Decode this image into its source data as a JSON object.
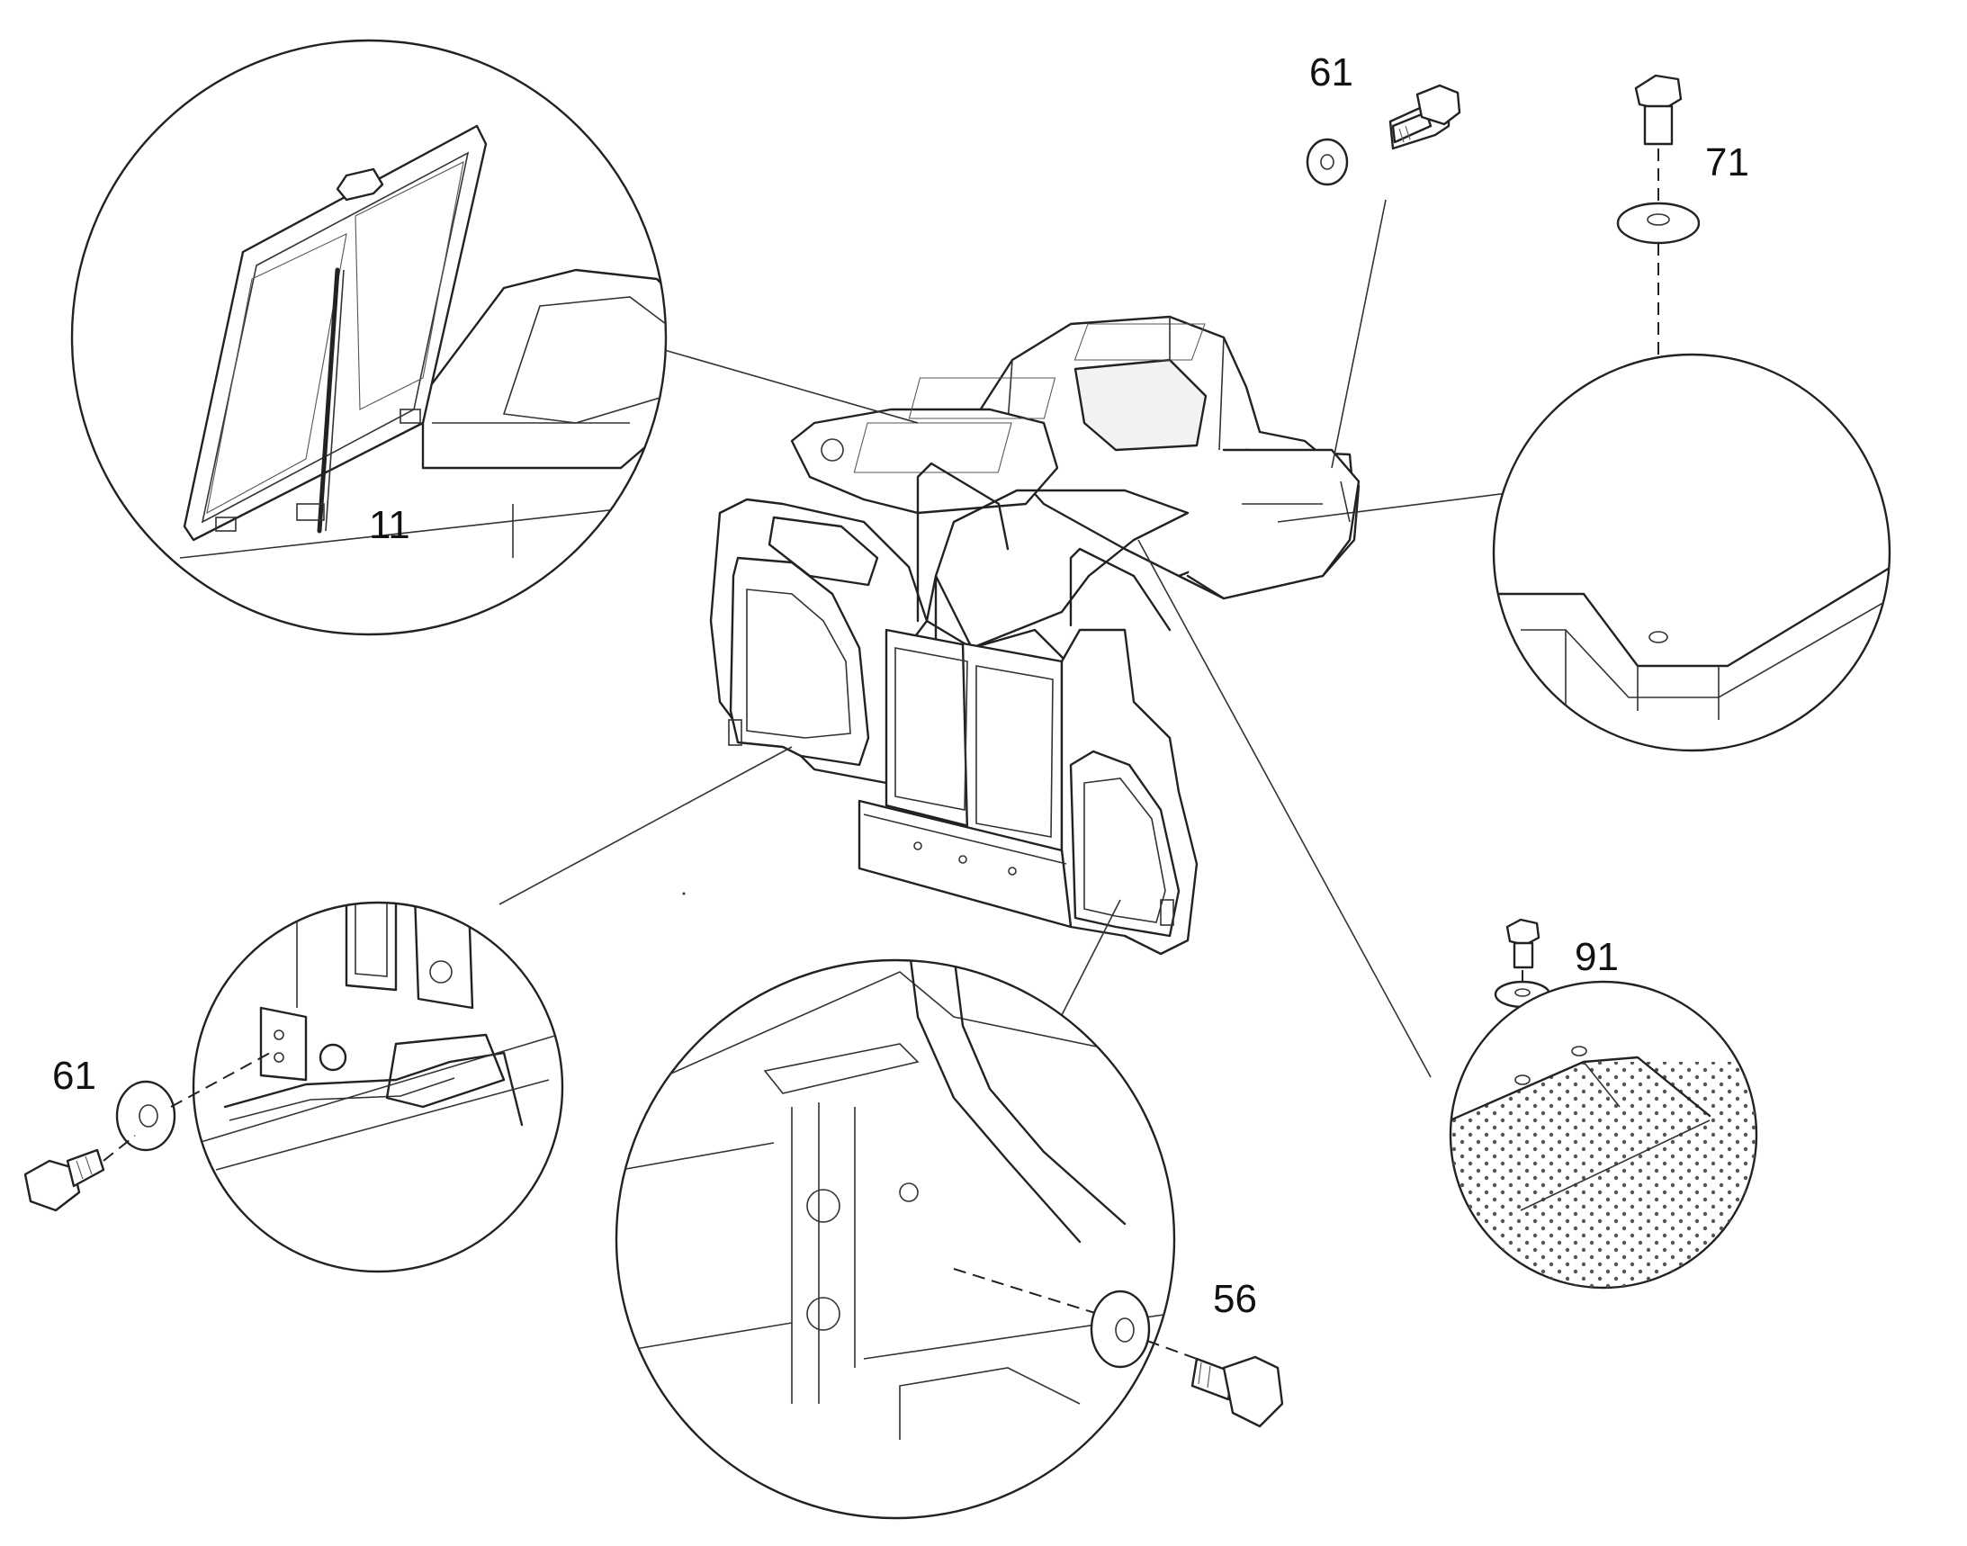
{
  "callouts": {
    "top_bolt_left": "61",
    "top_bolt_right": "71",
    "gas_strut": "11",
    "floor_bolt": "91",
    "hinge_bolt": "61",
    "lower_bolt": "56"
  }
}
